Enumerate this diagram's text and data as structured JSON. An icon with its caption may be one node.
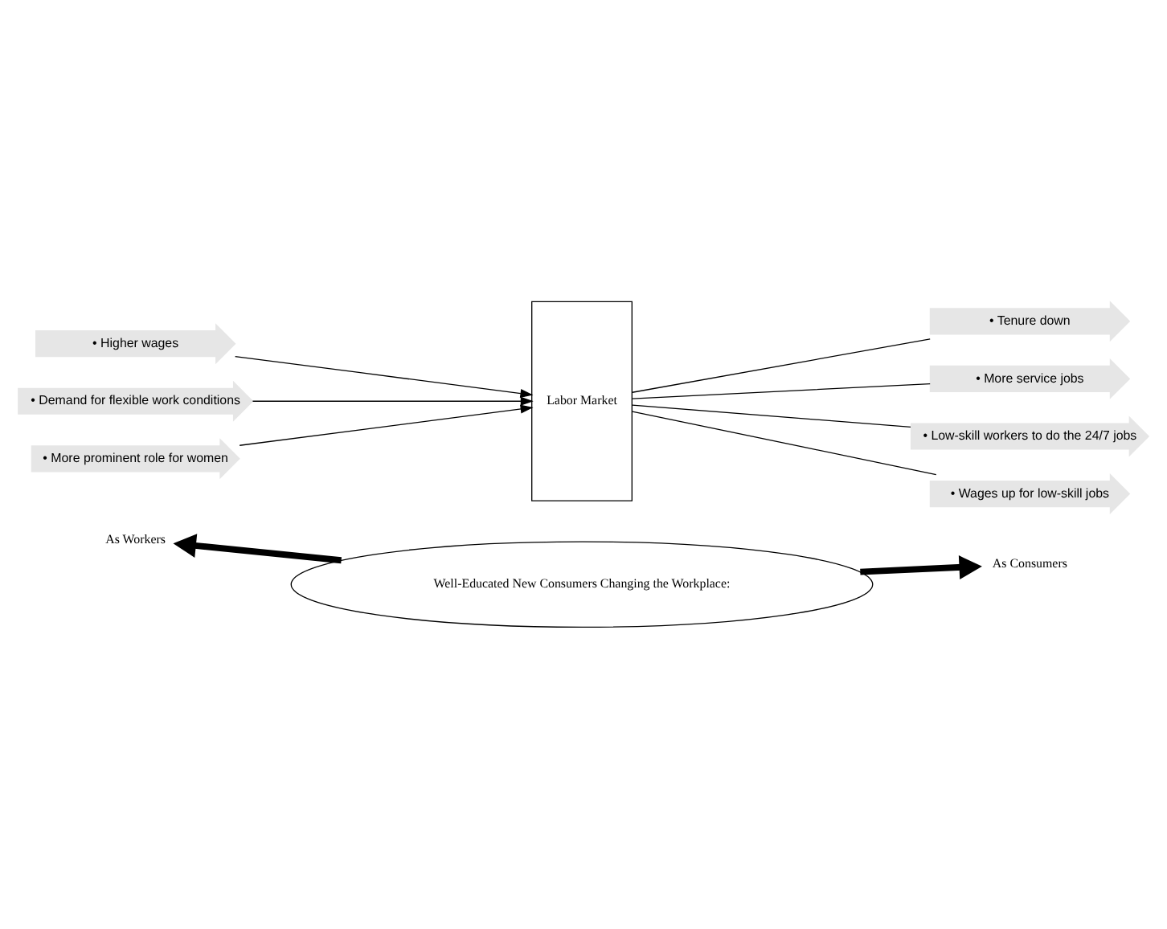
{
  "diagram": {
    "nodes": [
      {
        "text": [
          "Well-Educated New Consumers Changing the Workplace:"
        ]
      },
      {
        "text": [
          "As Workers"
        ]
      },
      {
        "text": [
          "As Consumers"
        ]
      },
      {
        "text": [
          "• Higher wages"
        ]
      },
      {
        "text": [
          "• Demand for flexible work conditions"
        ]
      },
      {
        "text": [
          "• More prominent role for women"
        ]
      },
      {
        "text": [
          "Labor Market"
        ]
      },
      {
        "text": [
          "• Tenure down"
        ]
      },
      {
        "text": [
          "• More service jobs"
        ]
      },
      {
        "text": [
          "• Low-skill workers to do the 24/7 jobs"
        ]
      },
      {
        "text": [
          "• Wages up for low-skill jobs"
        ]
      }
    ],
    "edges": [
      {
        "from": 0,
        "to": 1,
        "arrow": "to",
        "style": "thick"
      },
      {
        "from": 0,
        "to": 2,
        "arrow": "to",
        "style": "thick"
      },
      {
        "from": 3,
        "to": 6,
        "arrow": "to"
      },
      {
        "from": 4,
        "to": 6,
        "arrow": "to"
      },
      {
        "from": 5,
        "to": 6,
        "arrow": "to"
      },
      {
        "from": 6,
        "to": 7,
        "arrow": "none"
      },
      {
        "from": 6,
        "to": 8,
        "arrow": "none"
      },
      {
        "from": 6,
        "to": 9,
        "arrow": "none"
      },
      {
        "from": 6,
        "to": 10,
        "arrow": "none"
      }
    ]
  }
}
